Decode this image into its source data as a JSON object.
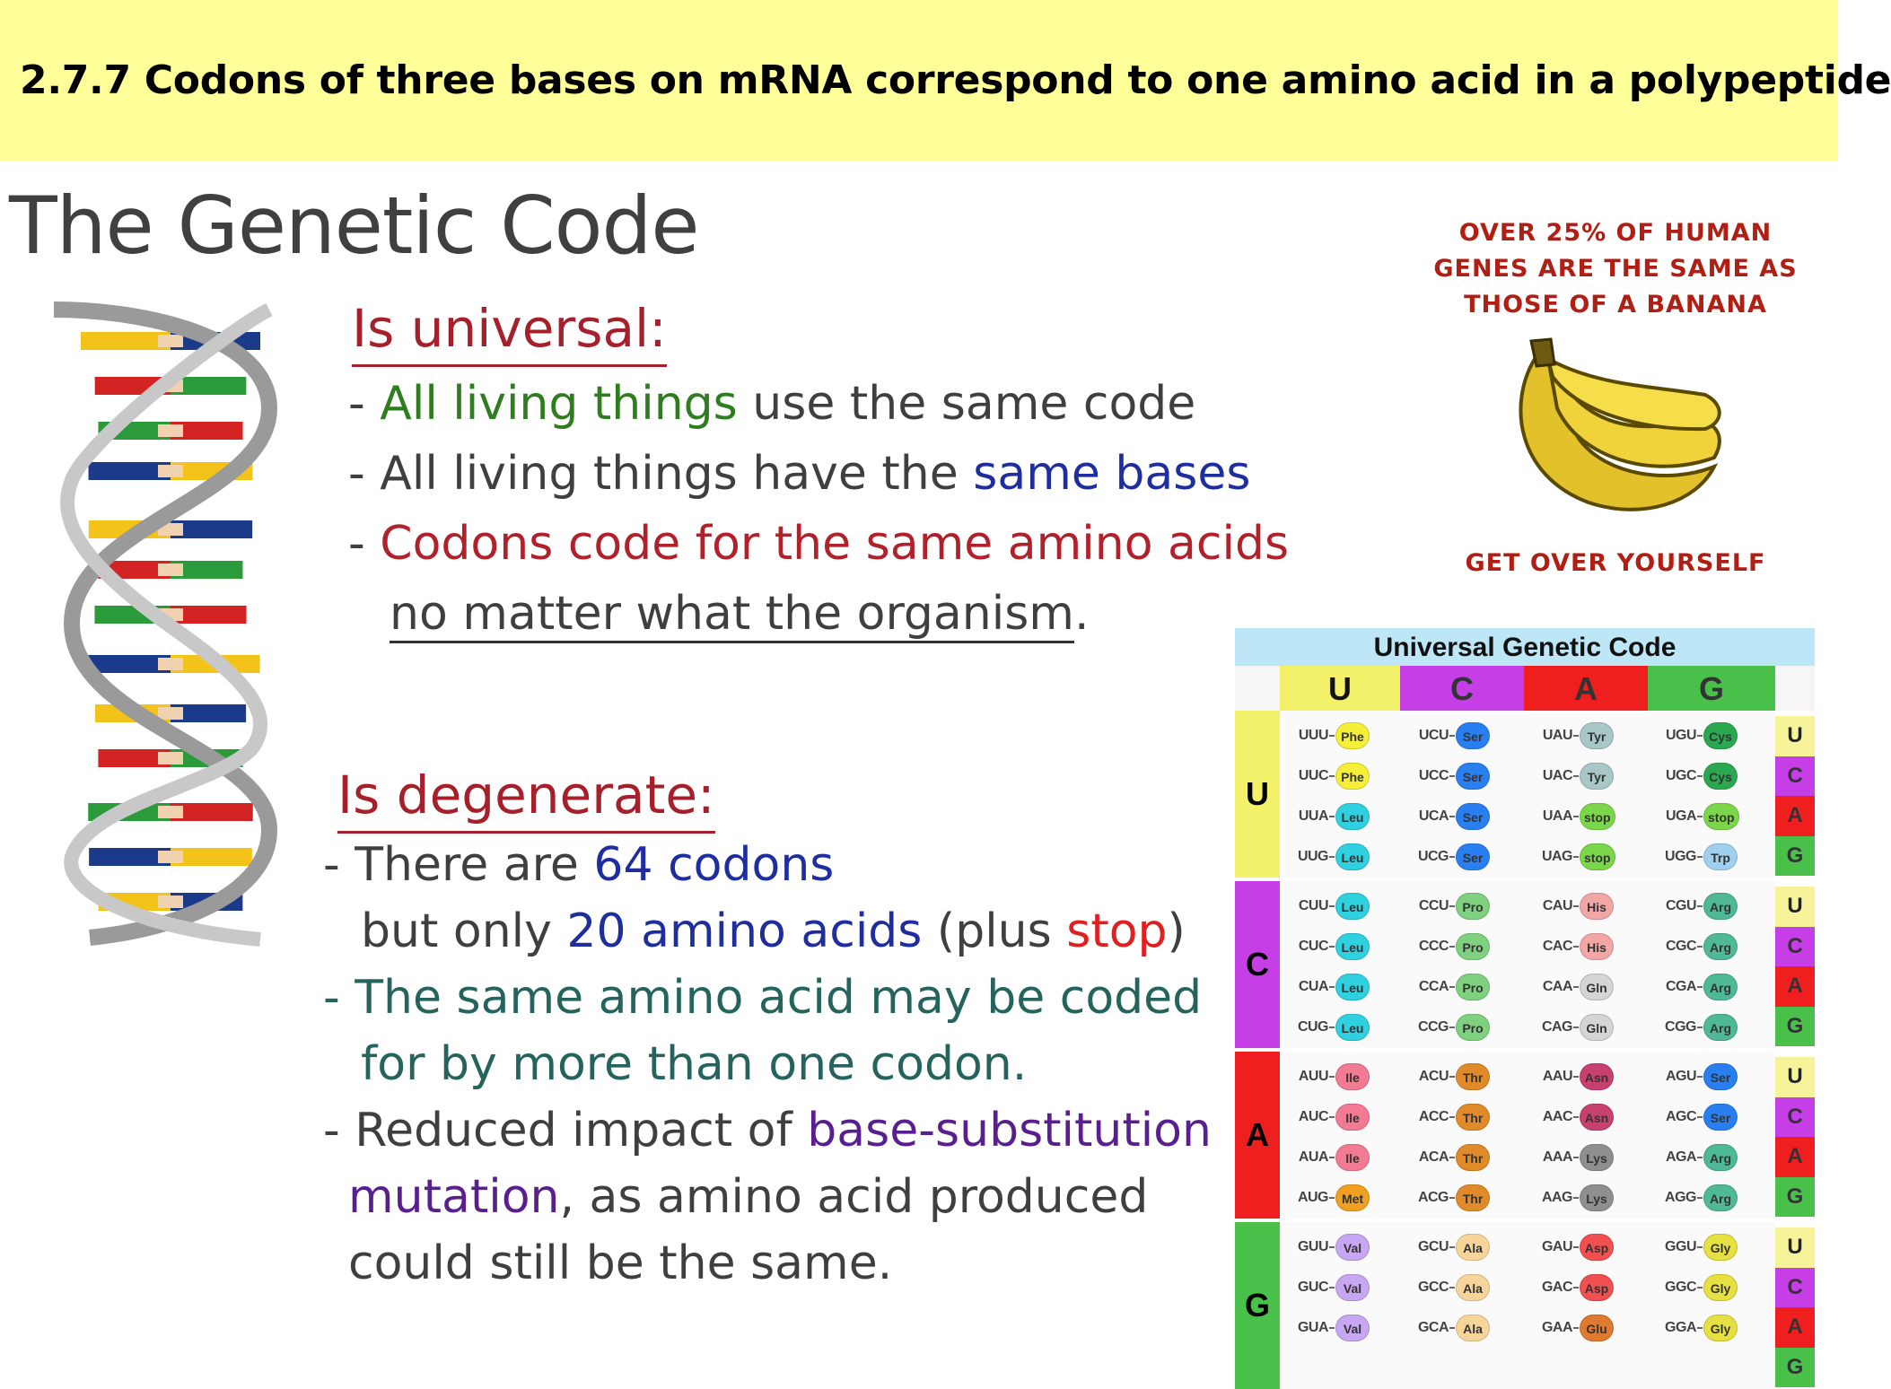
{
  "header": {
    "title": "2.7.7 Codons of three bases on mRNA correspond to one amino acid in a polypeptide"
  },
  "slide_title": "The Genetic Code",
  "universal": {
    "heading": "Is universal:",
    "l1_a": "- ",
    "l1_green": "All living things",
    "l1_b": " use the same code",
    "l2_a": "- All living things have the ",
    "l2_blue": "same bases",
    "l3_a": "- ",
    "l3_red": "Codons code for the same amino acids",
    "l4": "no matter what the organism",
    "l4_dot": "."
  },
  "degenerate": {
    "heading": "Is degenerate:",
    "l1_a": "- There are ",
    "l1_blue": "64 codons",
    "l2_a": "but only ",
    "l2_blue": "20 amino acids",
    "l2_b": " (plus ",
    "l2_red": "stop",
    "l2_c": ")",
    "l3": "- The same amino acid may be coded",
    "l4": "for by more than one codon.",
    "l5_a": "- Reduced impact of ",
    "l5_purple": "base-substitution",
    "l6_purple": "mutation",
    "l6_b": ", as amino acid produced",
    "l7": "could still be the same."
  },
  "banana": {
    "top_line1": "OVER 25% OF HUMAN",
    "top_line2": "GENES ARE THE SAME AS",
    "top_line3": "THOSE OF A BANANA",
    "bottom": "GET OVER YOURSELF"
  },
  "genetic_code": {
    "title": "Universal Genetic Code",
    "second_bases": [
      "U",
      "C",
      "A",
      "G"
    ],
    "first_bases": [
      "U",
      "C",
      "A",
      "G"
    ],
    "third_bases": [
      "U",
      "C",
      "A",
      "G"
    ],
    "colors": {
      "U": "#f3f06a",
      "C": "#c63ee6",
      "A": "#f01f1f",
      "G": "#48c04a"
    },
    "rows": [
      [
        [
          "UUU",
          "Phe"
        ],
        [
          "UCU",
          "Ser"
        ],
        [
          "UAU",
          "Tyr"
        ],
        [
          "UGU",
          "Cys"
        ]
      ],
      [
        [
          "UUC",
          "Phe"
        ],
        [
          "UCC",
          "Ser"
        ],
        [
          "UAC",
          "Tyr"
        ],
        [
          "UGC",
          "Cys"
        ]
      ],
      [
        [
          "UUA",
          "Leu"
        ],
        [
          "UCA",
          "Ser"
        ],
        [
          "UAA",
          "stop"
        ],
        [
          "UGA",
          "stop"
        ]
      ],
      [
        [
          "UUG",
          "Leu"
        ],
        [
          "UCG",
          "Ser"
        ],
        [
          "UAG",
          "stop"
        ],
        [
          "UGG",
          "Trp"
        ]
      ],
      [
        [
          "CUU",
          "Leu"
        ],
        [
          "CCU",
          "Pro"
        ],
        [
          "CAU",
          "His"
        ],
        [
          "CGU",
          "Arg"
        ]
      ],
      [
        [
          "CUC",
          "Leu"
        ],
        [
          "CCC",
          "Pro"
        ],
        [
          "CAC",
          "His"
        ],
        [
          "CGC",
          "Arg"
        ]
      ],
      [
        [
          "CUA",
          "Leu"
        ],
        [
          "CCA",
          "Pro"
        ],
        [
          "CAA",
          "Gln"
        ],
        [
          "CGA",
          "Arg"
        ]
      ],
      [
        [
          "CUG",
          "Leu"
        ],
        [
          "CCG",
          "Pro"
        ],
        [
          "CAG",
          "Gln"
        ],
        [
          "CGG",
          "Arg"
        ]
      ],
      [
        [
          "AUU",
          "Ile"
        ],
        [
          "ACU",
          "Thr"
        ],
        [
          "AAU",
          "Asn"
        ],
        [
          "AGU",
          "Ser"
        ]
      ],
      [
        [
          "AUC",
          "Ile"
        ],
        [
          "ACC",
          "Thr"
        ],
        [
          "AAC",
          "Asn"
        ],
        [
          "AGC",
          "Ser"
        ]
      ],
      [
        [
          "AUA",
          "Ile"
        ],
        [
          "ACA",
          "Thr"
        ],
        [
          "AAA",
          "Lys"
        ],
        [
          "AGA",
          "Arg"
        ]
      ],
      [
        [
          "AUG",
          "Met"
        ],
        [
          "ACG",
          "Thr"
        ],
        [
          "AAG",
          "Lys"
        ],
        [
          "AGG",
          "Arg"
        ]
      ],
      [
        [
          "GUU",
          "Val"
        ],
        [
          "GCU",
          "Ala"
        ],
        [
          "GAU",
          "Asp"
        ],
        [
          "GGU",
          "Gly"
        ]
      ],
      [
        [
          "GUC",
          "Val"
        ],
        [
          "GCC",
          "Ala"
        ],
        [
          "GAC",
          "Asp"
        ],
        [
          "GGC",
          "Gly"
        ]
      ],
      [
        [
          "GUA",
          "Val"
        ],
        [
          "GCA",
          "Ala"
        ],
        [
          "GAA",
          "Glu"
        ],
        [
          "GGA",
          "Gly"
        ]
      ]
    ],
    "aa_colors": {
      "Phe": "#f5ef3a",
      "Leu": "#2fd0e0",
      "Ile": "#f27a93",
      "Met": "#f0a020",
      "Val": "#c7a6f2",
      "Ser": "#2a7ff0",
      "Pro": "#7fd07f",
      "Thr": "#e08a2a",
      "Ala": "#f7d59a",
      "Tyr": "#a9c7c7",
      "stop": "#7bd64a",
      "His": "#f2a6a6",
      "Gln": "#d5d5d5",
      "Asn": "#c84070",
      "Lys": "#8f8f8f",
      "Asp": "#f05050",
      "Glu": "#e07a30",
      "Cys": "#2aa850",
      "Trp": "#9fd0f0",
      "Arg": "#4fb896",
      "Gly": "#e6e040"
    }
  }
}
